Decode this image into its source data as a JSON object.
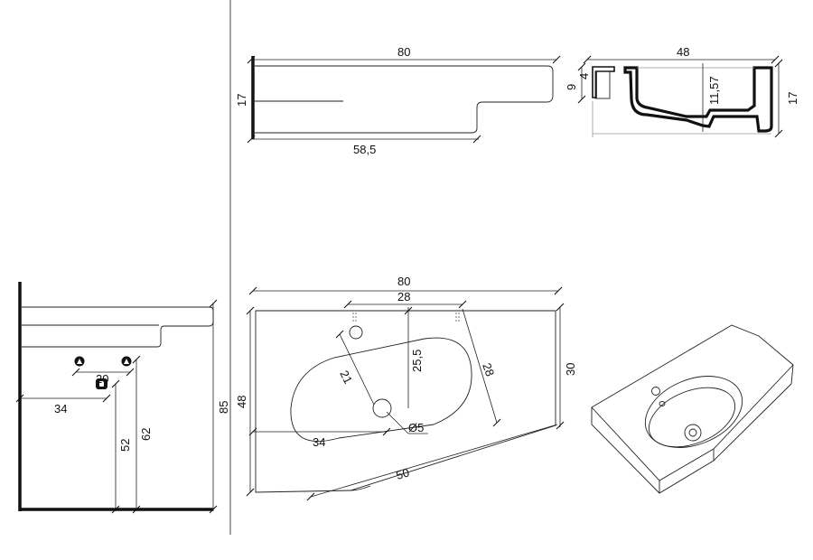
{
  "side_view": {
    "width": "80",
    "height": "17",
    "depth": "58,5"
  },
  "cross_section": {
    "width": "48",
    "height": "17",
    "rim": "9",
    "lip": "4",
    "bowl_depth": "11,57"
  },
  "wall_mount": {
    "width_from_wall": "34",
    "tap_spacing": "20",
    "drain_height": "52",
    "tap_height": "62",
    "basin_height": "85"
  },
  "top_view": {
    "width": "80",
    "depth": "48",
    "right_depth": "30",
    "hole_spacing": "28",
    "tap_offset": "25,5",
    "bowl_radius": "21",
    "bowl_length": "28",
    "drain_from_left": "34",
    "front_edge": "50",
    "drain_diameter": "Ø5"
  }
}
